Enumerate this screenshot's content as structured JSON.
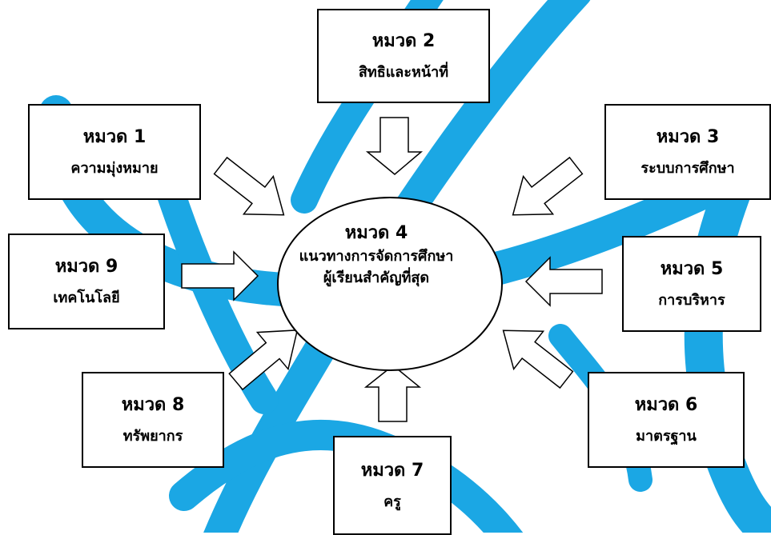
{
  "colors": {
    "swirl": "#1ba7e4",
    "stroke": "#000000",
    "fill": "#ffffff"
  },
  "center": {
    "title": "หมวด 4",
    "line1": "แนวทางการจัดการศึกษา",
    "line2": "ผู้เรียนสำคัญที่สุด"
  },
  "boxes": {
    "b1": {
      "title": "หมวด 1",
      "subtitle": "ความมุ่งหมาย"
    },
    "b2": {
      "title": "หมวด 2",
      "subtitle": "สิทธิและหน้าที่"
    },
    "b3": {
      "title": "หมวด 3",
      "subtitle": "ระบบการศึกษา"
    },
    "b5": {
      "title": "หมวด 5",
      "subtitle": "การบริหาร"
    },
    "b6": {
      "title": "หมวด 6",
      "subtitle": "มาตรฐาน"
    },
    "b7": {
      "title": "หมวด 7",
      "subtitle": "ครู"
    },
    "b8": {
      "title": "หมวด 8",
      "subtitle": "ทรัพยากร"
    },
    "b9": {
      "title": "หมวด 9",
      "subtitle": "เทคโนโลยี"
    }
  }
}
